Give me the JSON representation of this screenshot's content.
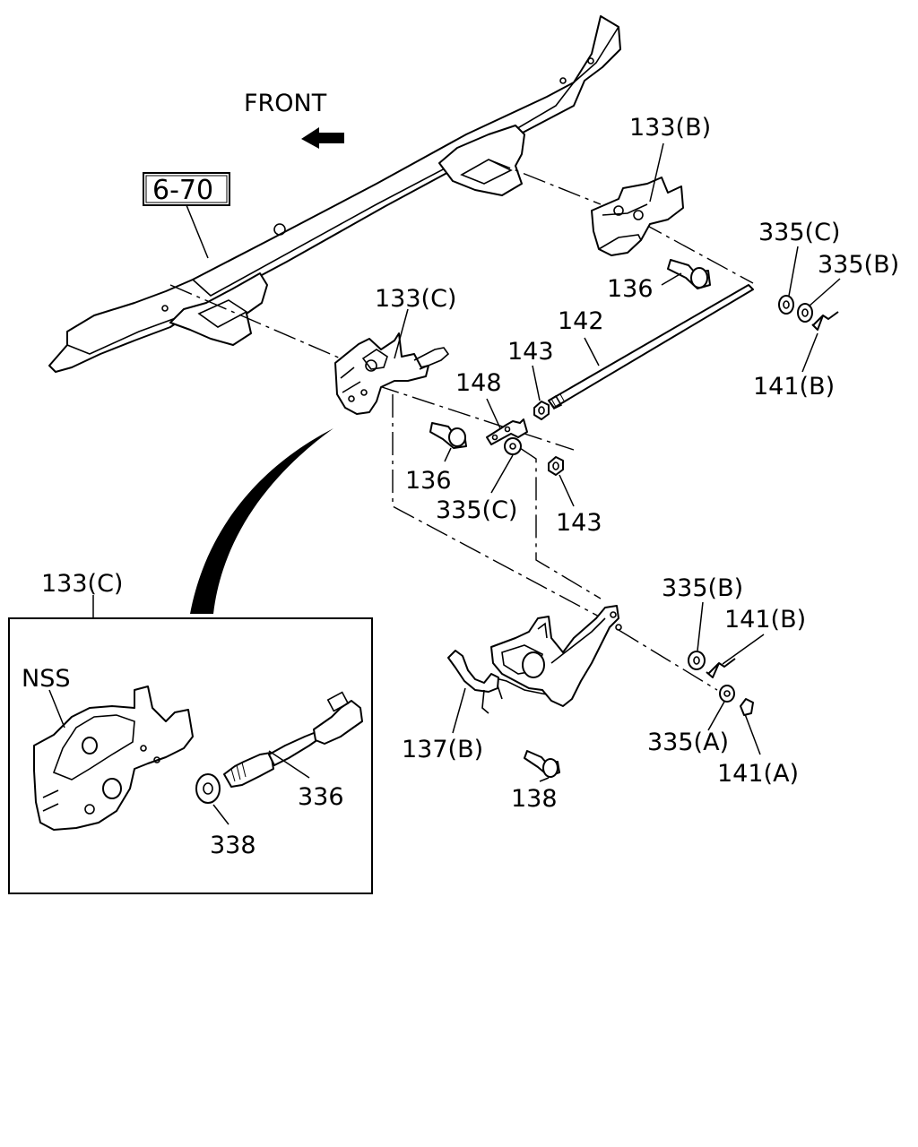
{
  "orientation": {
    "label": "FRONT"
  },
  "reference": {
    "label": "6-70"
  },
  "callouts": {
    "c133b": "133(B)",
    "c133c": "133(C)",
    "c335c_top": "335(C)",
    "c335b_top": "335(B)",
    "c136_top": "136",
    "c142": "142",
    "c141b_top": "141(B)",
    "c143_top": "143",
    "c148": "148",
    "c136_mid": "136",
    "c335c_mid": "335(C)",
    "c143_mid": "143",
    "c133c_detail": "133(C)",
    "c335b_low": "335(B)",
    "c141b_low": "141(B)",
    "c137b": "137(B)",
    "c138": "138",
    "c335a": "335(A)",
    "c141a": "141(A)",
    "c_nss": "NSS",
    "c336": "336",
    "c338": "338"
  }
}
